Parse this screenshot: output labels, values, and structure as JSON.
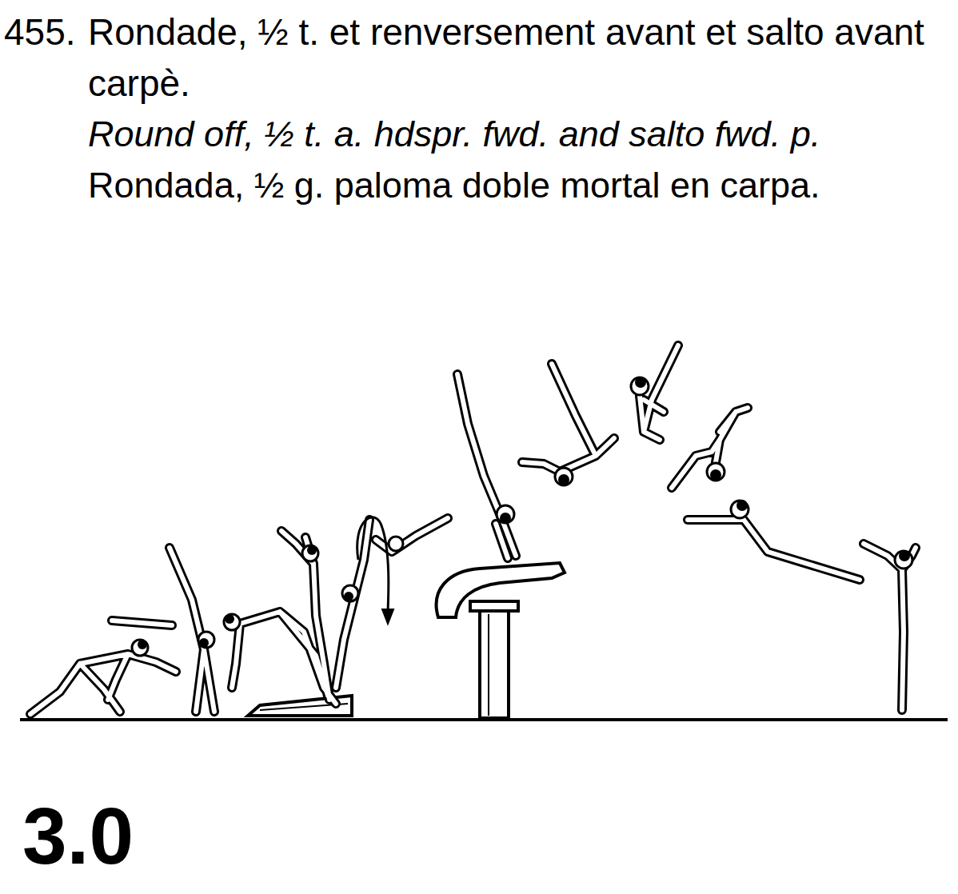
{
  "diagram": {
    "labels": [
      "455.",
      "Rondade, ½ t. et renversement avant et salto avant carpè.",
      "Round off, ½ t. a. hdspr. fwd. and salto fwd. p.",
      "Rondada, ½ g. paloma doble mortal en carpa.",
      "3.0"
    ]
  }
}
